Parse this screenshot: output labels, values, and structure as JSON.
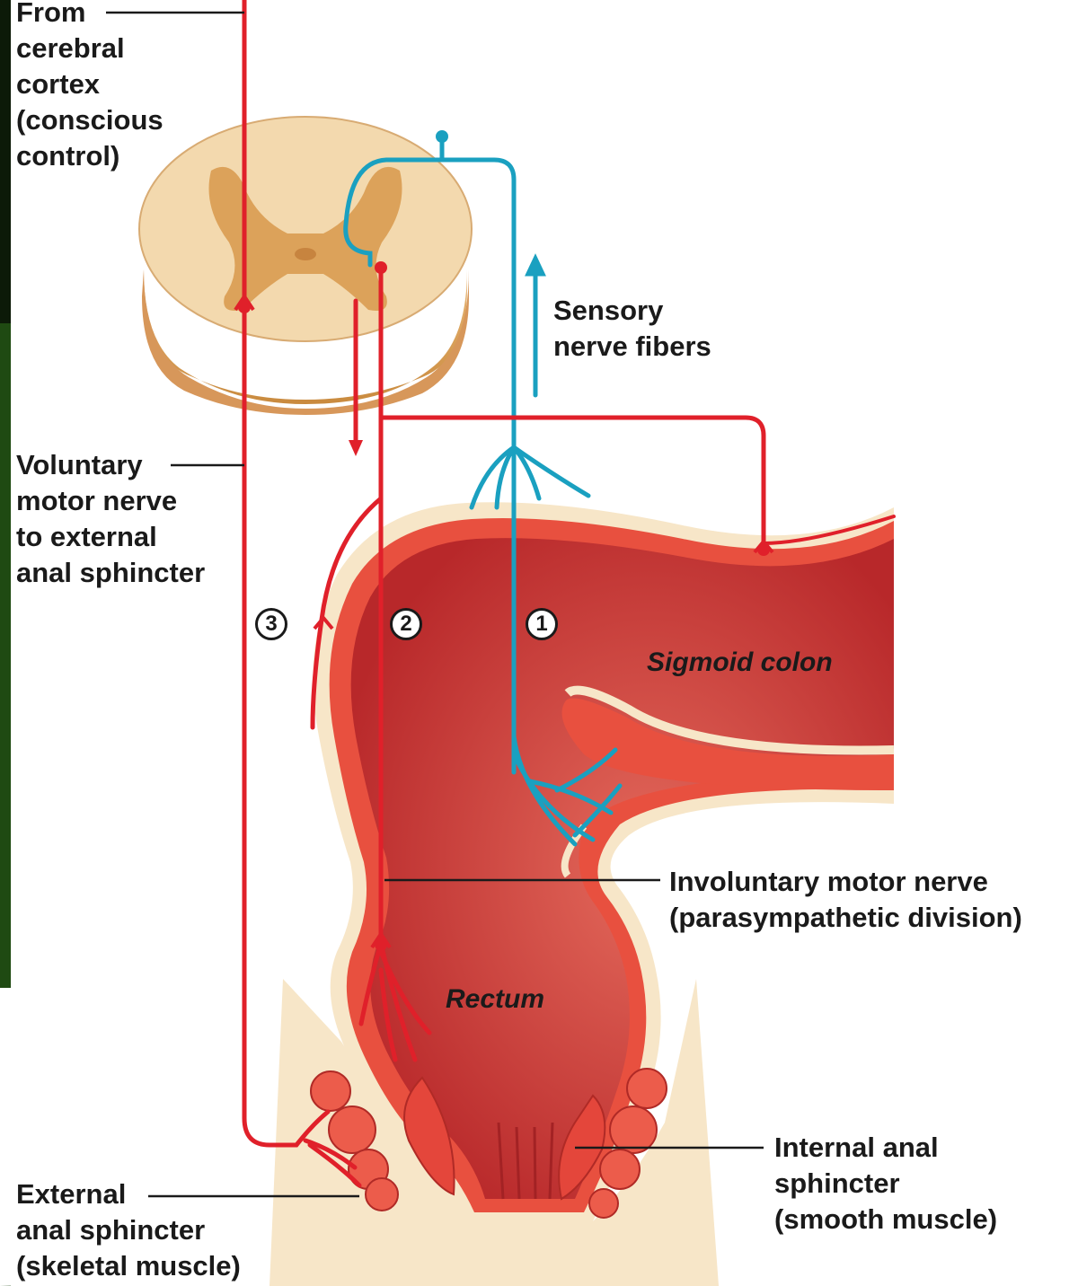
{
  "labels": {
    "from_cortex": [
      "From",
      "cerebral",
      "cortex",
      "(conscious",
      "control)"
    ],
    "sensory": [
      "Sensory",
      "nerve fibers"
    ],
    "voluntary": [
      "Voluntary",
      "motor nerve",
      "to external",
      "anal sphincter"
    ],
    "involuntary": [
      "Involuntary motor nerve",
      "(parasympathetic division)"
    ],
    "internal": [
      "Internal anal",
      "sphincter",
      "(smooth muscle)"
    ],
    "external": [
      "External",
      "anal sphincter",
      "(skeletal muscle)"
    ],
    "sigmoid": "Sigmoid colon",
    "rectum": "Rectum"
  },
  "numbers": [
    "3",
    "2",
    "1"
  ],
  "colors": {
    "motor_nerve": "#e0202a",
    "sensory_nerve": "#1aa0c0",
    "spinal_cord": "#f3d9ae",
    "gray_matter": "#dca25a",
    "colon_wall": "#e8503f",
    "lumen": "#c8302c",
    "skin": "#f7e6c8",
    "leader": "#1a1a1a"
  }
}
